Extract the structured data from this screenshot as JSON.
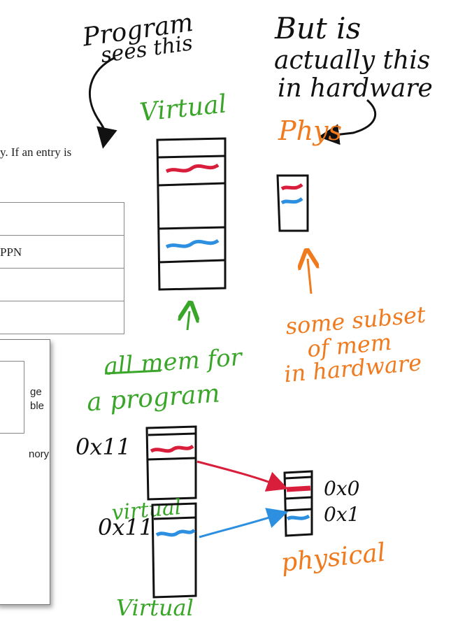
{
  "document": {
    "sentence_fragment": "y.  If an entry is",
    "table_cells": [
      "",
      "PPN",
      "",
      ""
    ],
    "figure_labels": [
      "ge",
      "ble",
      "nory"
    ]
  },
  "annotations": {
    "program_sees": [
      "Program",
      "sees this"
    ],
    "hardware_note": [
      "But is",
      "actually this",
      "in hardware"
    ],
    "virtual_top": "Virtual",
    "phys_label": "Phys",
    "subset_note": [
      "some subset",
      "of mem",
      "in hardware"
    ],
    "all_mem_note": [
      "all mem for",
      "a program"
    ],
    "addr_top": "0x11",
    "addr_bottom": "0x11",
    "virtual_mid": "virtual",
    "virtual_bottom": "Virtual",
    "phys_addr_0": "0x0",
    "phys_addr_1": "0x1",
    "physical_label": "physical"
  },
  "colors": {
    "ink": "#111111",
    "green": "#3aa629",
    "orange": "#f07a1e",
    "red": "#d81e3a",
    "blue": "#2c8fe0"
  }
}
